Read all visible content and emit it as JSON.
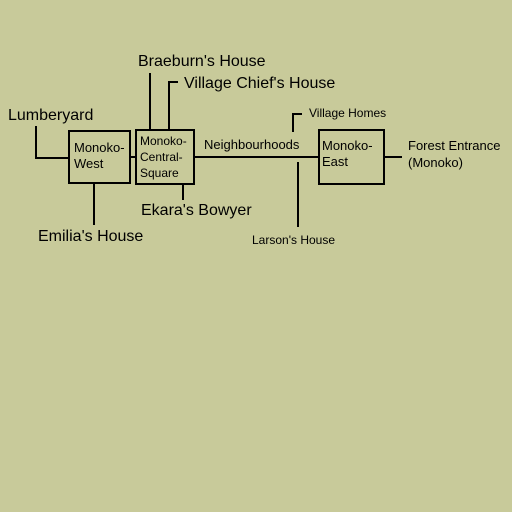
{
  "areas": {
    "monoko_west": [
      "Monoko-",
      "West"
    ],
    "monoko_central_square": [
      "Monoko-",
      "Central-",
      "Square"
    ],
    "monoko_east": [
      "Monoko-",
      "East"
    ]
  },
  "labels": {
    "lumberyard": "Lumberyard",
    "emilias_house": "Emilia's House",
    "braeburns_house": "Braeburn's House",
    "village_chiefs_house": "Village Chief's House",
    "ekaras_bowyer": "Ekara's Bowyer",
    "neighbourhoods": "Neighbourhoods",
    "village_homes": "Village Homes",
    "larsons_house": "Larson's House",
    "forest_entrance": [
      "Forest Entrance",
      "(Monoko)"
    ]
  }
}
